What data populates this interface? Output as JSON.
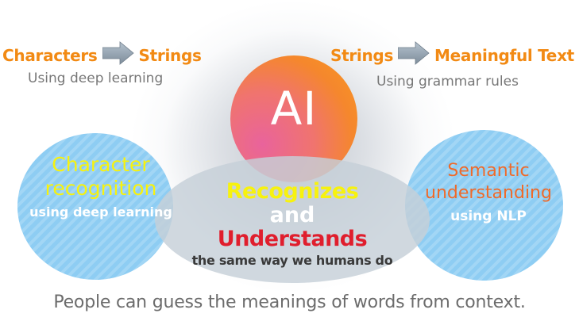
{
  "flows": {
    "left": {
      "from": "Characters",
      "to": "Strings",
      "method": "Using deep learning"
    },
    "right": {
      "from": "Strings",
      "to": "Meaningful Text",
      "method": "Using grammar rules"
    }
  },
  "ai": {
    "label": "AI"
  },
  "left_circle": {
    "line1": "Character",
    "line2": "recognition",
    "line3": "using deep learning"
  },
  "right_circle": {
    "line1": "Semantic",
    "line2": "understanding",
    "line3": "using NLP"
  },
  "center": {
    "line1": "Recognizes",
    "line2": "and",
    "line3": "Understands",
    "line4": "the same way we humans do"
  },
  "caption": "People can guess the meanings of words from context.",
  "colors": {
    "orange": "#f28a14",
    "yellow": "#f7f20e",
    "red": "#e01e2d",
    "circle_blue": "#8ecdf3",
    "gray_text": "#777777"
  }
}
